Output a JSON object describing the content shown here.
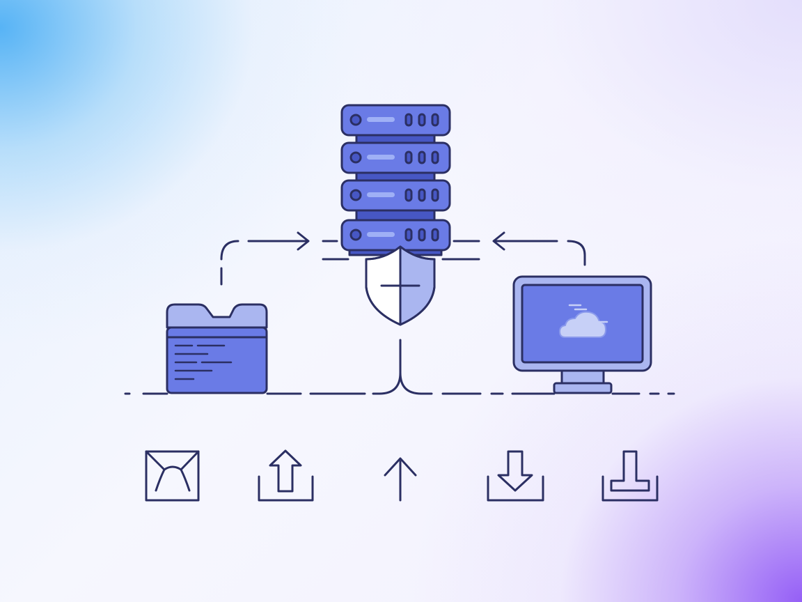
{
  "diagram": {
    "nodes": [
      {
        "id": "server",
        "icon": "server-rack-icon"
      },
      {
        "id": "shield",
        "icon": "shield-icon"
      },
      {
        "id": "folder",
        "icon": "folder-document-icon"
      },
      {
        "id": "monitor",
        "icon": "monitor-cloud-icon"
      }
    ],
    "action_icons": [
      "envelope-icon",
      "upload-icon",
      "arrow-up-icon",
      "download-icon",
      "inbox-tray-icon"
    ]
  },
  "colors": {
    "stroke": "#2b2f63",
    "primary_fill": "#6a7be6",
    "light_fill": "#aab6f0",
    "dark_slot": "#4757c4",
    "highlight": "#9fb0f6",
    "gradient_blue": "#4fb0f5",
    "gradient_purple": "#935cf6"
  }
}
